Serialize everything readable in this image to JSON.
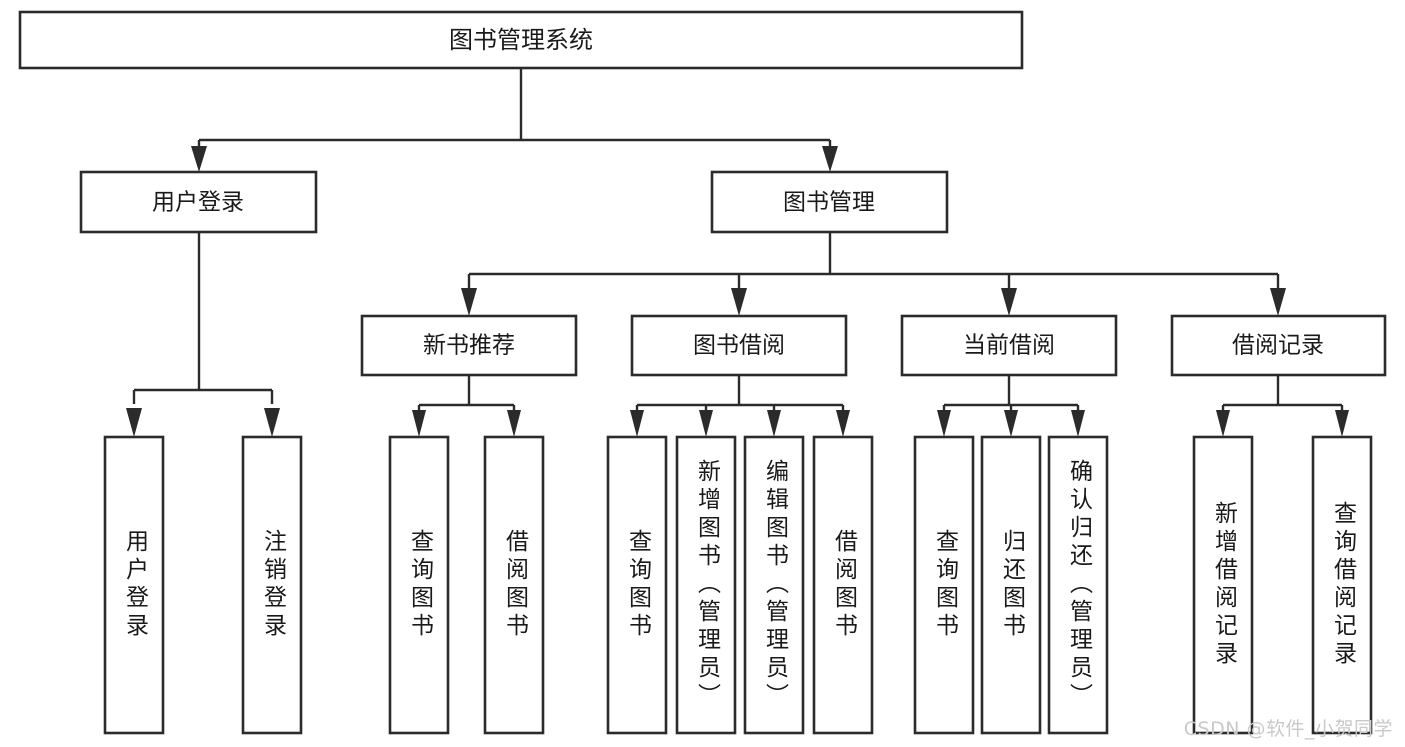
{
  "diagram": {
    "title": "图书管理系统",
    "type": "tree-hierarchy-chart",
    "colors": {
      "box_stroke": "#2b2b2b",
      "box_fill": "#ffffff",
      "edge": "#2b2b2b",
      "text": "#1a1a1a",
      "watermark": "#c9c9c9",
      "background": "#ffffff"
    },
    "root": {
      "label": "图书管理系统"
    },
    "level2": [
      {
        "label": "用户登录"
      },
      {
        "label": "图书管理"
      }
    ],
    "level3": [
      {
        "label": "新书推荐"
      },
      {
        "label": "图书借阅"
      },
      {
        "label": "当前借阅"
      },
      {
        "label": "借阅记录"
      }
    ],
    "leaves": {
      "user_login": [
        {
          "label": "用户登录"
        },
        {
          "label": "注销登录"
        }
      ],
      "new_book_recommend": [
        {
          "label": "查询图书"
        },
        {
          "label": "借阅图书"
        }
      ],
      "book_borrow": [
        {
          "label": "查询图书"
        },
        {
          "label": "新增图书（管理员）"
        },
        {
          "label": "编辑图书（管理员）"
        },
        {
          "label": "借阅图书"
        }
      ],
      "current_borrow": [
        {
          "label": "查询图书"
        },
        {
          "label": "归还图书"
        },
        {
          "label": "确认归还（管理员）"
        }
      ],
      "borrow_record": [
        {
          "label": "新增借阅记录"
        },
        {
          "label": "查询借阅记录"
        }
      ]
    }
  },
  "watermark": {
    "text": "CSDN @软件_小贺同学"
  }
}
